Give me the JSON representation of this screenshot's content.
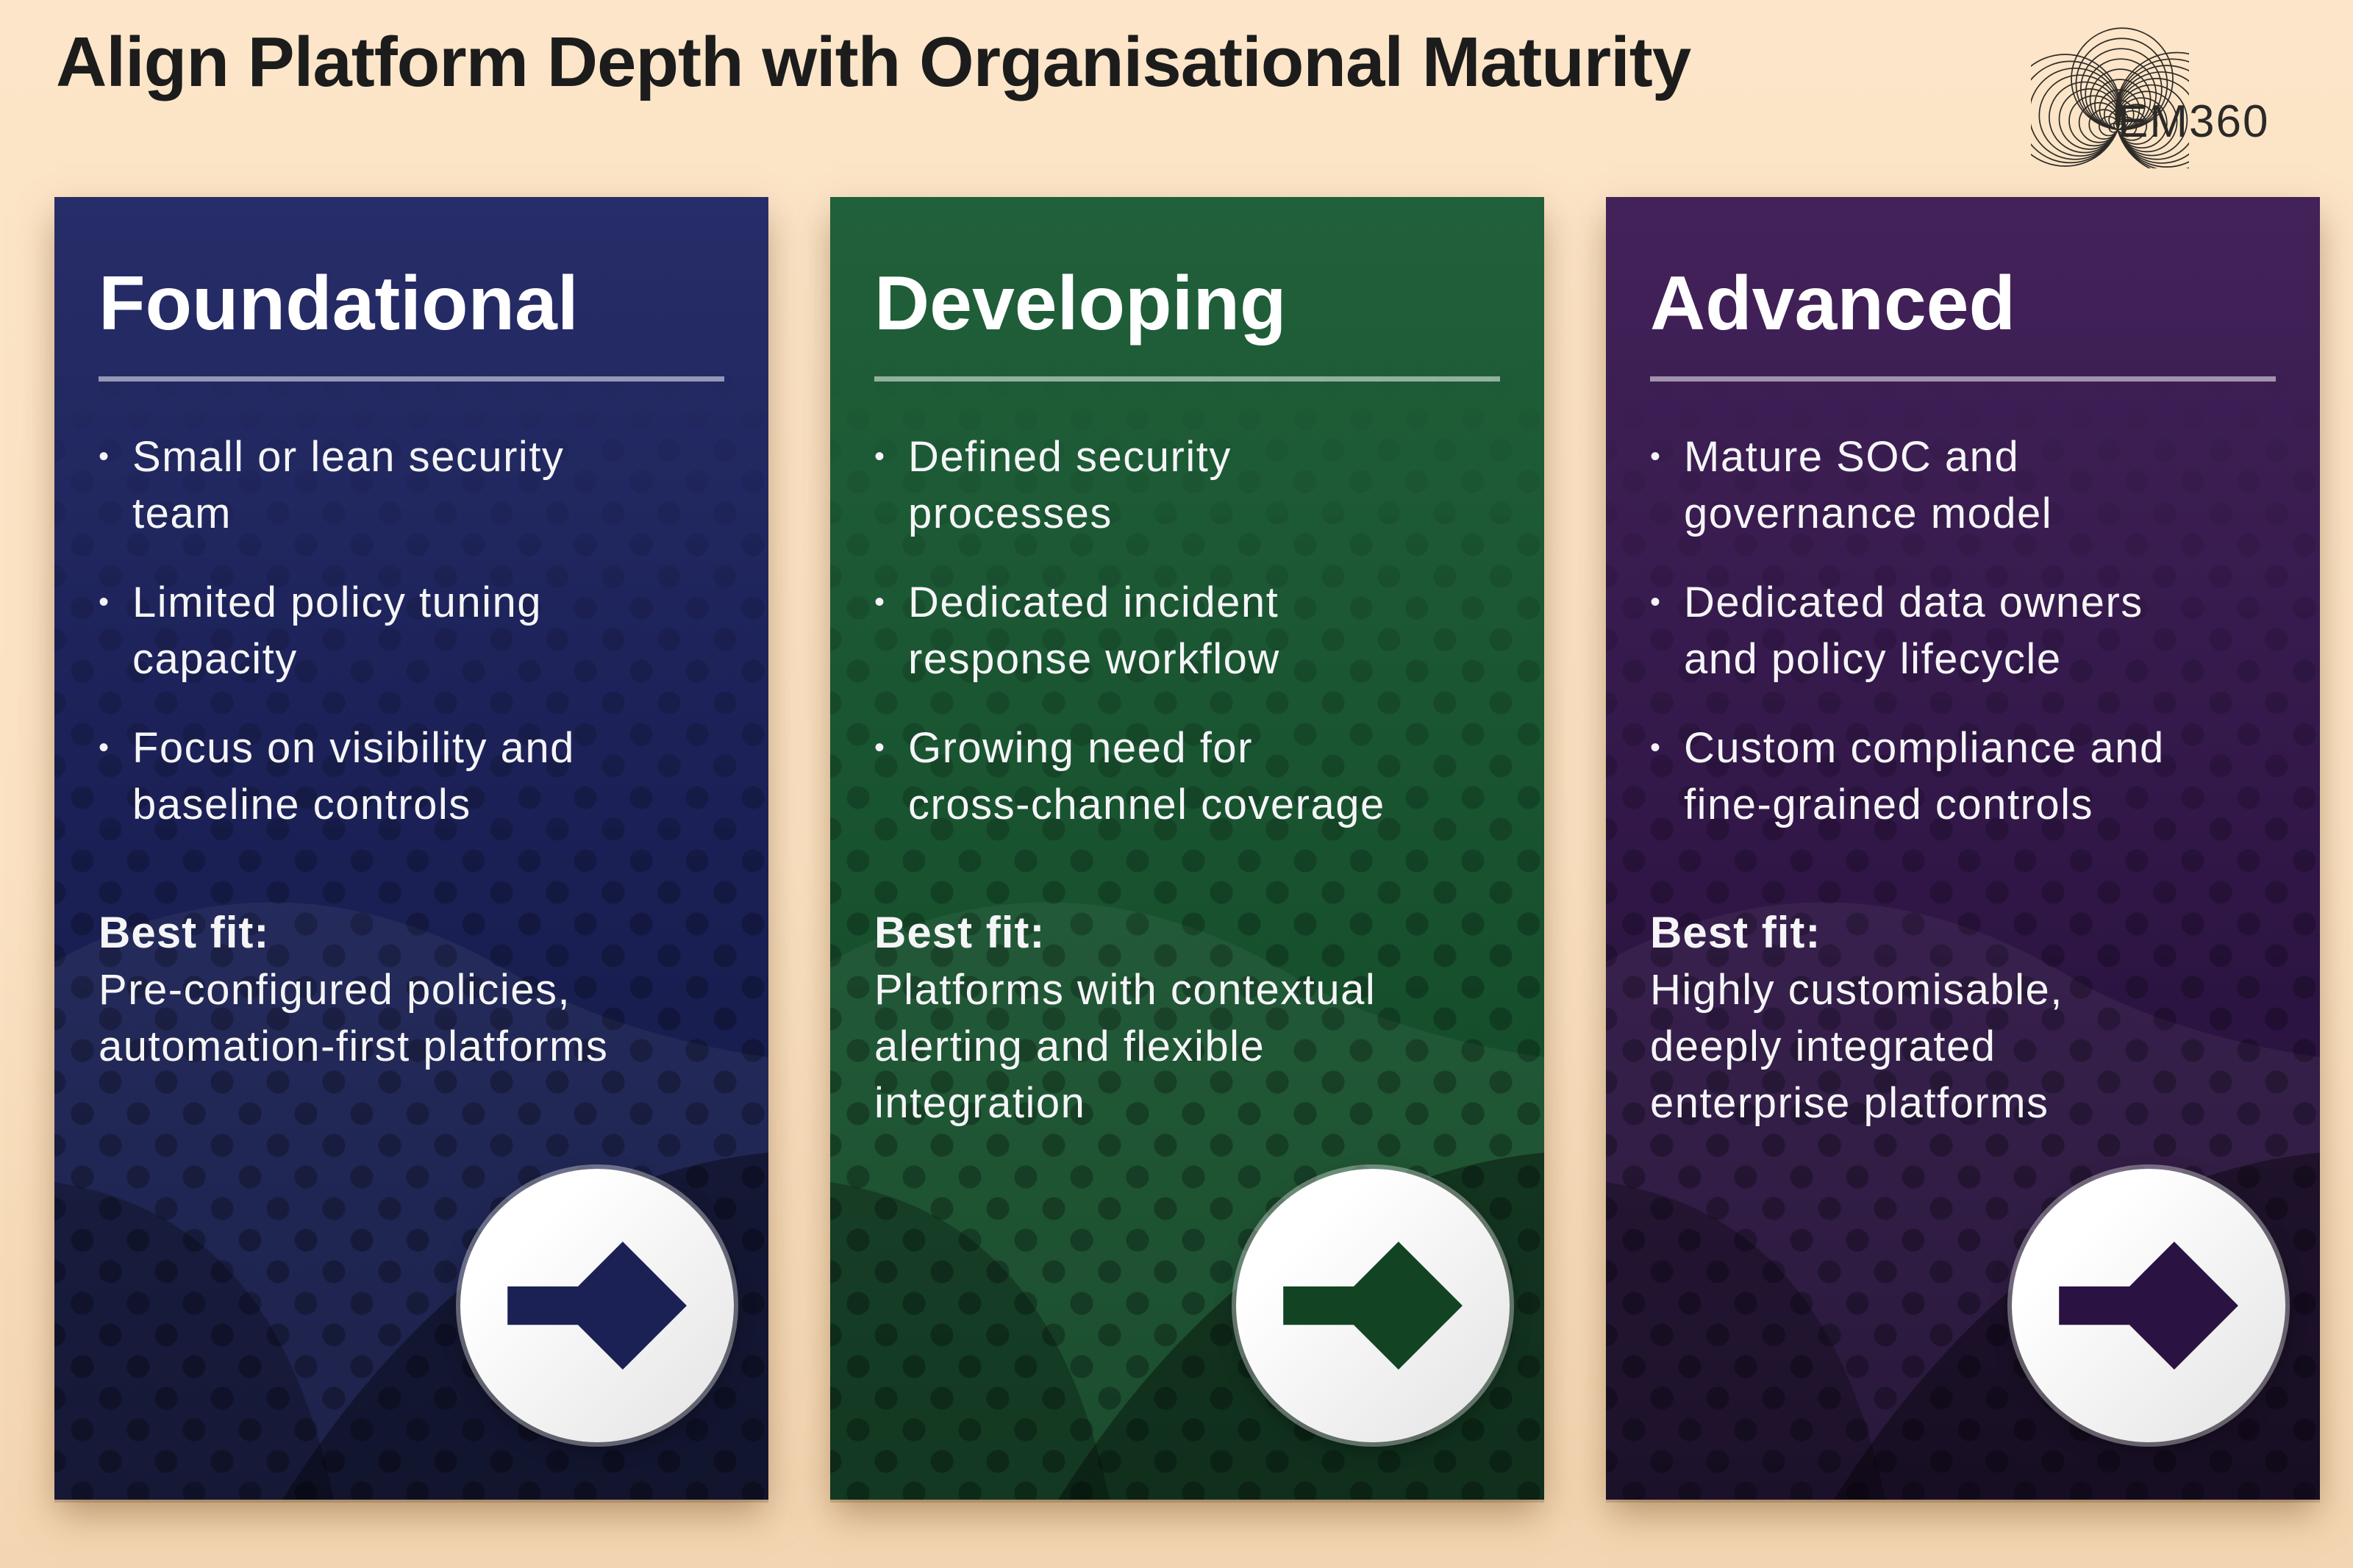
{
  "page": {
    "title": "Align Platform Depth with Organisational Maturity",
    "background_color": "#fbe2c4",
    "title_color": "#1c1c1c"
  },
  "logo": {
    "text": "EM360"
  },
  "cards": [
    {
      "title": "Foundational",
      "bullets": [
        "Small or lean security\nteam",
        "Limited policy tuning\ncapacity",
        "Focus on visibility and\nbaseline controls"
      ],
      "best_fit_label": "Best fit:",
      "best_fit": "Pre-configured policies,\nautomation-first platforms",
      "colors": {
        "base": "#20265c",
        "deep": "#111741",
        "arrow": "#1b2154"
      }
    },
    {
      "title": "Developing",
      "bullets": [
        "Defined security\nprocesses",
        "Dedicated incident\nresponse workflow",
        "Growing need for\ncross-channel coverage"
      ],
      "best_fit_label": "Best fit:",
      "best_fit": "Platforms with contextual\nalerting and flexible\nintegration",
      "colors": {
        "base": "#1e5c37",
        "deep": "#0e4423",
        "arrow": "#124424"
      }
    },
    {
      "title": "Advanced",
      "bullets": [
        "Mature SOC and\ngovernance model",
        "Dedicated data owners\nand policy lifecycle",
        "Custom compliance and\nfine-grained controls"
      ],
      "best_fit_label": "Best fit:",
      "best_fit": "Highly customisable,\ndeeply integrated\nenterprise platforms",
      "colors": {
        "base": "#3e2055",
        "deep": "#1c0c30",
        "arrow": "#2a1342"
      }
    }
  ]
}
